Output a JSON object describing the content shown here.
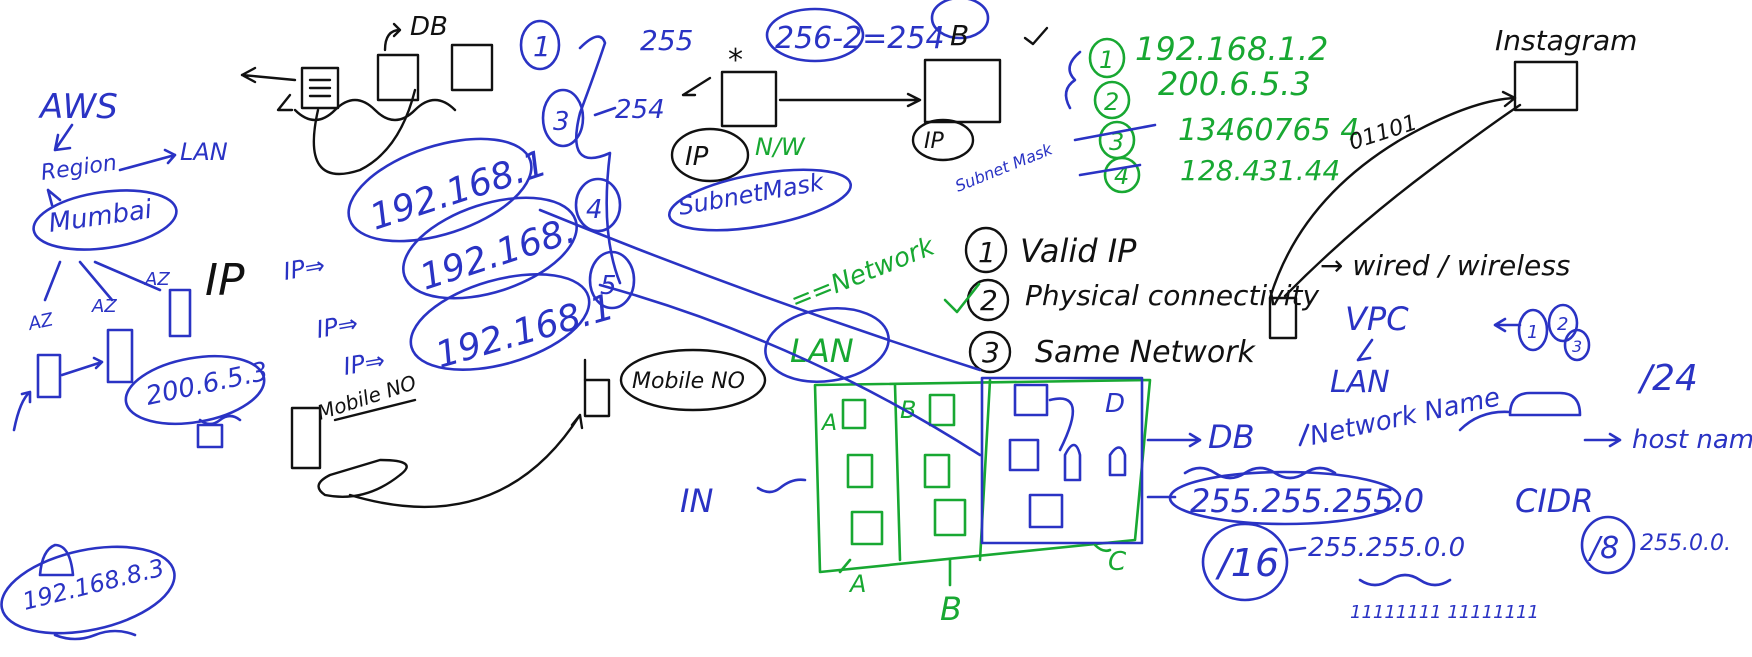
{
  "colors": {
    "blue": "#2a33c4",
    "green": "#18a832",
    "black": "#111111",
    "background": "#ffffff"
  },
  "aws": {
    "title": "AWS",
    "region": "Region",
    "mumbai": "Mumbai",
    "lan": "LAN",
    "az": "AZ"
  },
  "ip_section": {
    "ip_big": "IP",
    "ip_arrow_1": "IP⇒",
    "ip_arrow_2": "IP⇒",
    "ip_arrow_3": "IP⇒",
    "ip_1": "192.168.1",
    "ip_2": "192.168.",
    "ip_3": "192.168.1",
    "public_ip": "200.6.5.3",
    "home_ip": "192.168.8.3",
    "db": "DB",
    "mobile_no_1": "Mobile NO",
    "mobile_no_2": "Mobile NO"
  },
  "subnet_math": {
    "n1": "1",
    "n255": "255",
    "n3": "3",
    "n254": "254",
    "n4": "4",
    "n5": "5",
    "calc": "256-2=254",
    "star": "*",
    "ip_label": "IP",
    "ip_label_2": "IP",
    "nw": "N/W",
    "subnetmask": "SubnetMask",
    "b_label": "B",
    "subnet_mask_small": "Subnet Mask"
  },
  "valid_ip_list": {
    "items": [
      {
        "num": "1",
        "value": "192.168.1.2"
      },
      {
        "num": "2",
        "value": "200.6.5.3"
      },
      {
        "num": "3",
        "value": "13460765 4"
      },
      {
        "num": "4",
        "value": "128.431.44"
      }
    ],
    "binary": "01101"
  },
  "instagram": "Instagram",
  "requirements": {
    "network_note": "==Network",
    "items": [
      {
        "num": "1",
        "text": "Valid IP"
      },
      {
        "num": "2",
        "text": "Physical connectivity"
      },
      {
        "num": "3",
        "text": "Same Network"
      }
    ],
    "wired": "→ wired / wireless"
  },
  "lan_block": {
    "lan": "LAN",
    "in": "IN",
    "a": "A",
    "b": "B",
    "a_bottom": "A",
    "b_bottom": "B",
    "c": "C",
    "d": "D",
    "db": "DB",
    "network_name": "Network Name"
  },
  "masks": {
    "mask_24": "255.255.255.0",
    "slash16": "/16",
    "mask_16": "255.255.0.0",
    "ones": "11111111 11111111",
    "cidr": "CIDR",
    "slash8": "/8",
    "mask_8": "255.0.0.",
    "slash24": "/24",
    "host_name": "host name"
  },
  "vpc": {
    "vpc": "VPC",
    "lan": "LAN",
    "n1": "1",
    "n2": "2",
    "n3": "3"
  }
}
